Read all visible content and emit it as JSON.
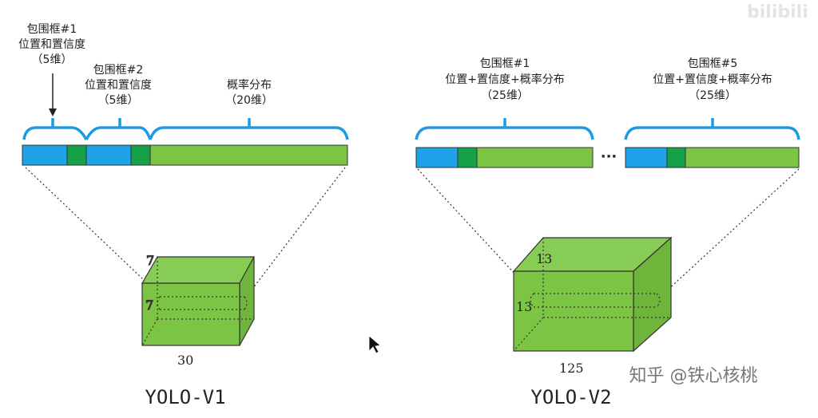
{
  "colors": {
    "blue": "#1fa3e8",
    "dark_green": "#16a04a",
    "light_green": "#7cc444",
    "brace": "#1e9be0"
  },
  "v1": {
    "box1": [
      "包围框#1",
      "位置和置信度",
      "（5维）"
    ],
    "box2": [
      "包围框#2",
      "位置和置信度",
      "（5维）"
    ],
    "prob": [
      "概率分布",
      "（20维）"
    ],
    "dims": {
      "h": "7",
      "w": "7",
      "depth": "30"
    },
    "title": "YOLO-V1"
  },
  "v2": {
    "box1": [
      "包围框#1",
      "位置+置信度+概率分布",
      "（25维）"
    ],
    "box5": [
      "包围框#5",
      "位置+置信度+概率分布",
      "（25维）"
    ],
    "ellipsis": "···",
    "dims": {
      "h": "13",
      "w": "13",
      "depth": "125"
    },
    "title": "YOLO-V2"
  },
  "watermark": {
    "zhihu": "知乎 @铁心核桃",
    "bilibili": "bilibili"
  }
}
